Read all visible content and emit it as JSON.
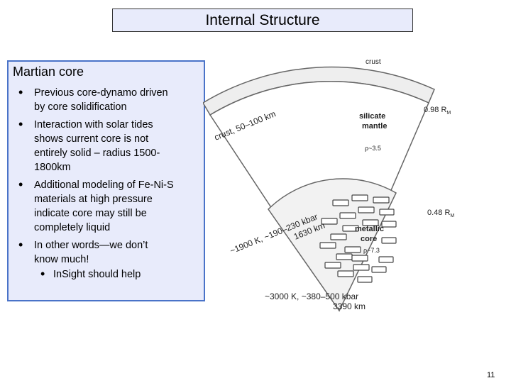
{
  "slide": {
    "title": "Internal Structure",
    "box_heading": "Martian core",
    "bullets": [
      {
        "lines": [
          "Previous core-dynamo driven",
          "by core solidification"
        ]
      },
      {
        "lines": [
          "Interaction with solar tides",
          "shows current core is not",
          "entirely solid – radius 1500-",
          "1800km"
        ]
      },
      {
        "lines": [
          "Additional modeling of Fe-Ni-S",
          "materials at high pressure",
          "indicate core may still be",
          "completely liquid"
        ]
      },
      {
        "lines": [
          "In other words—we don’t",
          "know much!"
        ]
      }
    ],
    "sub_bullet": "InSight should help",
    "page_number": "11"
  },
  "diagram": {
    "crust_top": "crust",
    "crust_thickness": "crust, 50–100 km",
    "mantle_line1": "silicate",
    "mantle_line2": "mantle",
    "mantle_density": "ρ~3.5",
    "mantle_radius_val": "0.98 R",
    "radius_subscript": "M",
    "boundary_pressure": "~1900 K, ~190–230 kbar",
    "core_radius_km": "1630 km",
    "core_line1": "metallic",
    "core_line2": "core",
    "core_density": "ρ~7.3",
    "core_radius_val": "0.48 R",
    "center_conditions": "~3000 K, ~380–500 kbar",
    "planet_radius_km": "3390 km"
  }
}
